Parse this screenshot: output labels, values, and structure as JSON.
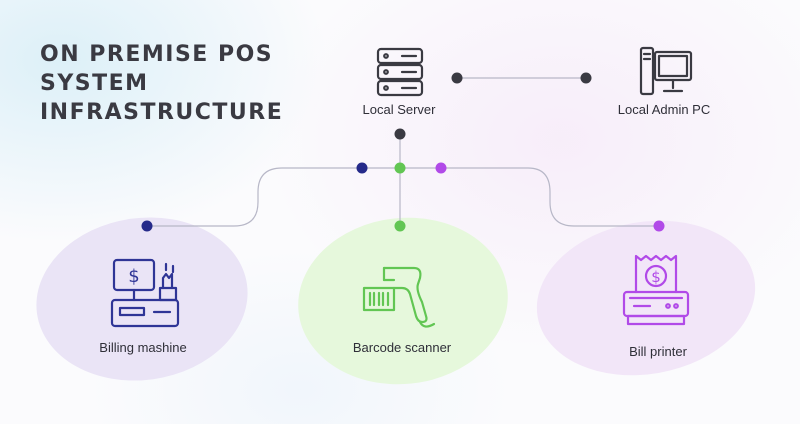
{
  "title": {
    "lines": [
      "ON PREMISE POS",
      "SYSTEM",
      "INFRASTRUCTURE"
    ]
  },
  "nodes": {
    "local_server": "Local Server",
    "local_admin_pc": "Local Admin PC",
    "billing": "Billing mashine",
    "scanner": "Barcode scanner",
    "printer": "Bill printer"
  },
  "icons": {
    "local_server": "server-icon",
    "local_admin_pc": "desktop-computer-icon",
    "billing": "cash-register-icon",
    "scanner": "barcode-scanner-icon",
    "printer": "receipt-printer-icon"
  },
  "colors": {
    "title": "#3a3a42",
    "line": "#b7b7c7",
    "dot_dark": "#3a3a42",
    "dot_navy": "#252a8a",
    "dot_green": "#62c653",
    "dot_purple": "#b14ae8",
    "billing_icon": "#2f3596",
    "scanner_icon": "#62c653",
    "printer_icon": "#b14ae8"
  }
}
